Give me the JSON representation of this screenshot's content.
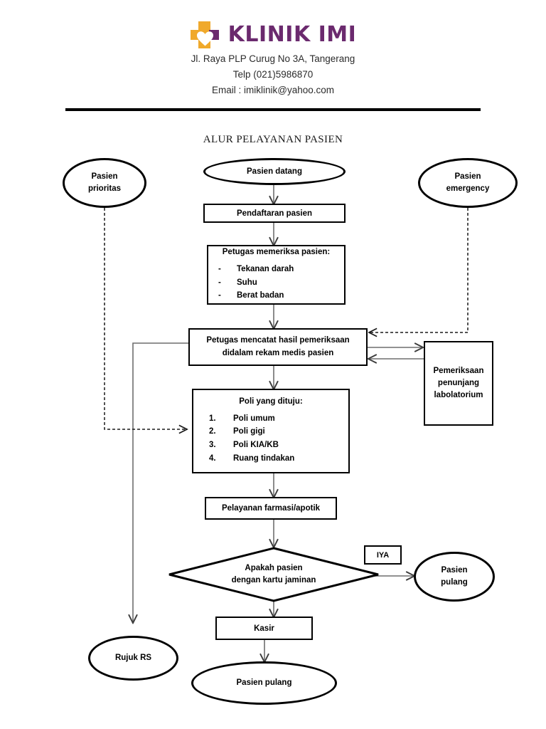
{
  "header": {
    "brand": "KLINIK IMI",
    "logo_icon": "clinic-cross-heart-icon",
    "brand_color": "#6b2a6e",
    "logo_accent_color": "#f0a92b",
    "address": "Jl. Raya PLP Curug No 3A, Tangerang",
    "phone": "Telp (021)5986870",
    "email": "Email : imiklinik@yahoo.com"
  },
  "flow": {
    "title": "ALUR PELAYANAN PASIEN",
    "nodes": {
      "pasien_prioritas": {
        "line1": "Pasien",
        "line2": "prioritas"
      },
      "pasien_emergency": {
        "line1": "Pasien",
        "line2": "emergency"
      },
      "pasien_datang": "Pasien datang",
      "pendaftaran": "Pendaftaran pasien",
      "periksa": {
        "heading": "Petugas memeriksa pasien:",
        "marker": "-",
        "items": [
          "Tekanan darah",
          "Suhu",
          "Berat badan"
        ]
      },
      "mencatat": {
        "line1": "Petugas mencatat hasil pemeriksaan",
        "line2": "didalam rekam medis pasien"
      },
      "laboratorium": {
        "line1": "Pemeriksaan",
        "line2": "penunjang",
        "line3": "labolatorium"
      },
      "poli": {
        "heading": "Poli yang dituju:",
        "items": [
          {
            "num": "1.",
            "label": "Poli umum"
          },
          {
            "num": "2.",
            "label": "Poli gigi"
          },
          {
            "num": "3.",
            "label": "Poli KIA/KB"
          },
          {
            "num": "4.",
            "label": "Ruang tindakan"
          }
        ]
      },
      "farmasi": "Pelayanan farmasi/apotik",
      "decision": {
        "line1": "Apakah pasien",
        "line2": "dengan kartu jaminan"
      },
      "iya_label": "IYA",
      "pasien_pulang_right": {
        "line1": "Pasien",
        "line2": "pulang"
      },
      "kasir": "Kasir",
      "rujuk_rs": "Rujuk RS",
      "pasien_pulang_bottom": "Pasien pulang"
    }
  }
}
